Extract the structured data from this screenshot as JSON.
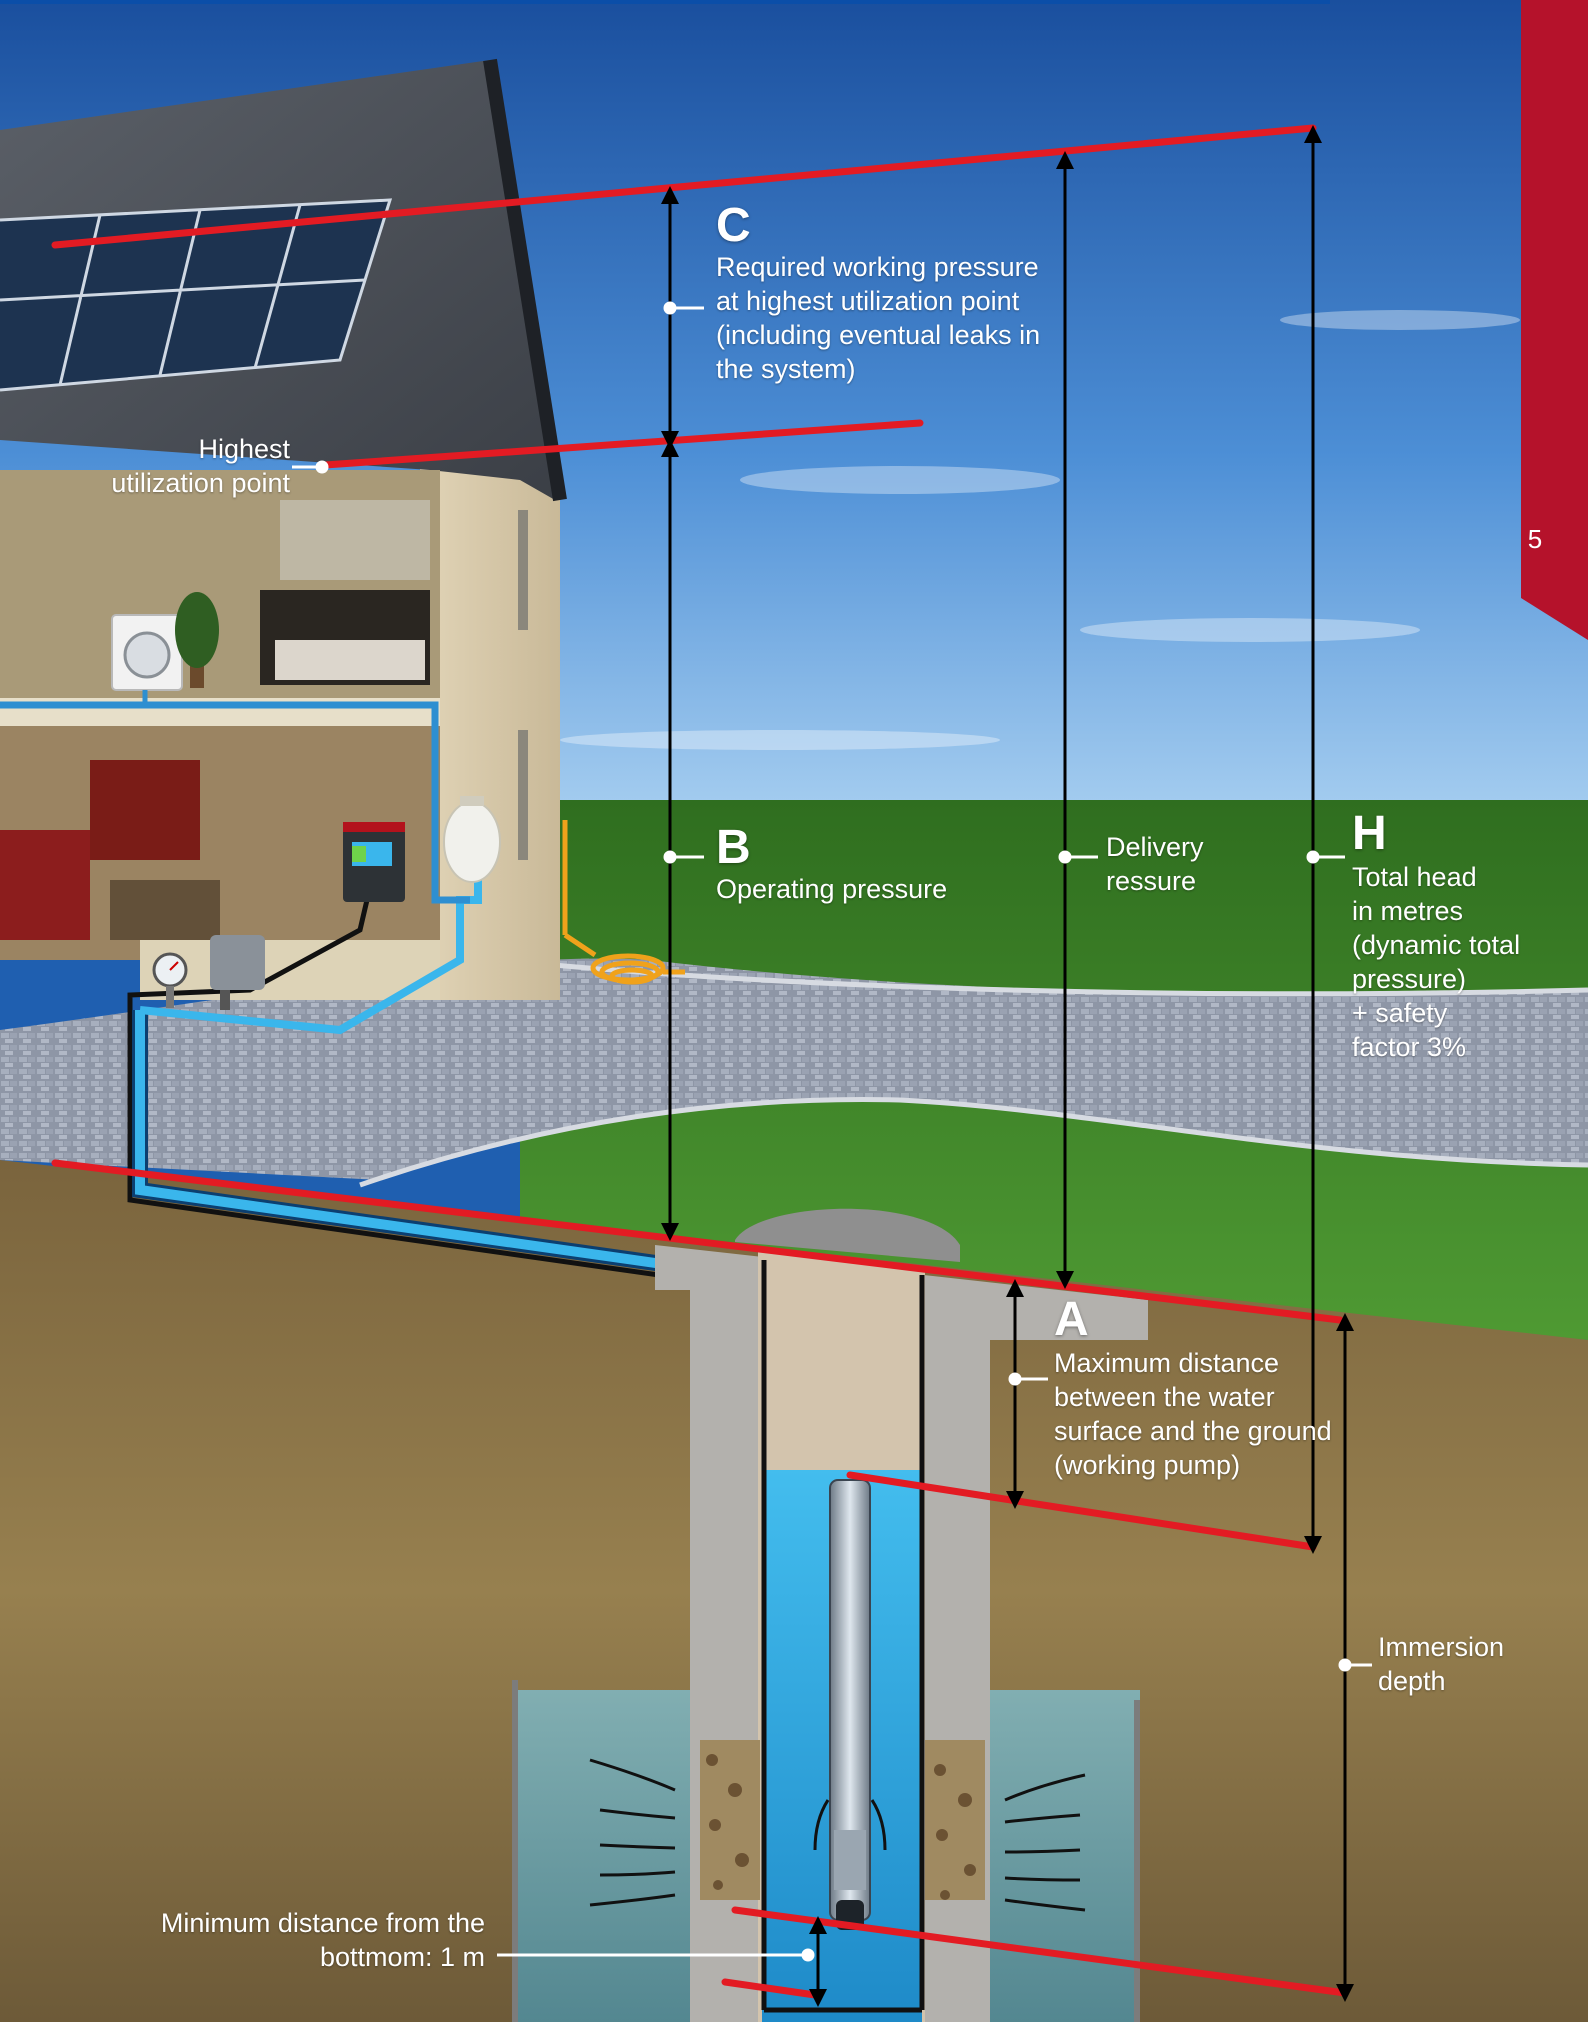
{
  "page": {
    "number": "5"
  },
  "colors": {
    "accent_red": "#e31b23",
    "side_tab": "#b5122b",
    "pipe_blue": "#3ab6ec",
    "sky_top": "#1a4f9e",
    "grass": "#3e8a2a",
    "soil": "#8a7349",
    "water": "#3fb5e6"
  },
  "labels": {
    "C": {
      "letter": "C",
      "text": [
        "Required working pressure",
        "at highest utilization point",
        "(including eventual leaks in",
        "the system)"
      ]
    },
    "highest": [
      "Highest",
      "utilization point"
    ],
    "B": {
      "letter": "B",
      "text": [
        "Operating pressure"
      ]
    },
    "delivery": [
      "Delivery",
      "ressure"
    ],
    "H": {
      "letter": "H",
      "text": [
        "Total head",
        "in metres",
        "(dynamic total",
        "pressure)",
        "+ safety",
        "factor 3%"
      ]
    },
    "A": {
      "letter": "A",
      "text": [
        "Maximum distance",
        "between the water",
        "surface and the ground",
        "(working pump)"
      ]
    },
    "immersion": [
      "Immersion",
      "depth"
    ],
    "min": [
      "Minimum distance from the",
      "bottmom: 1 m"
    ]
  },
  "icons": [
    "solar-panel-icon",
    "washing-machine-icon",
    "pressure-gauge-icon",
    "control-box-icon",
    "expansion-tank-icon",
    "garden-hose-icon",
    "submersible-pump-icon"
  ]
}
